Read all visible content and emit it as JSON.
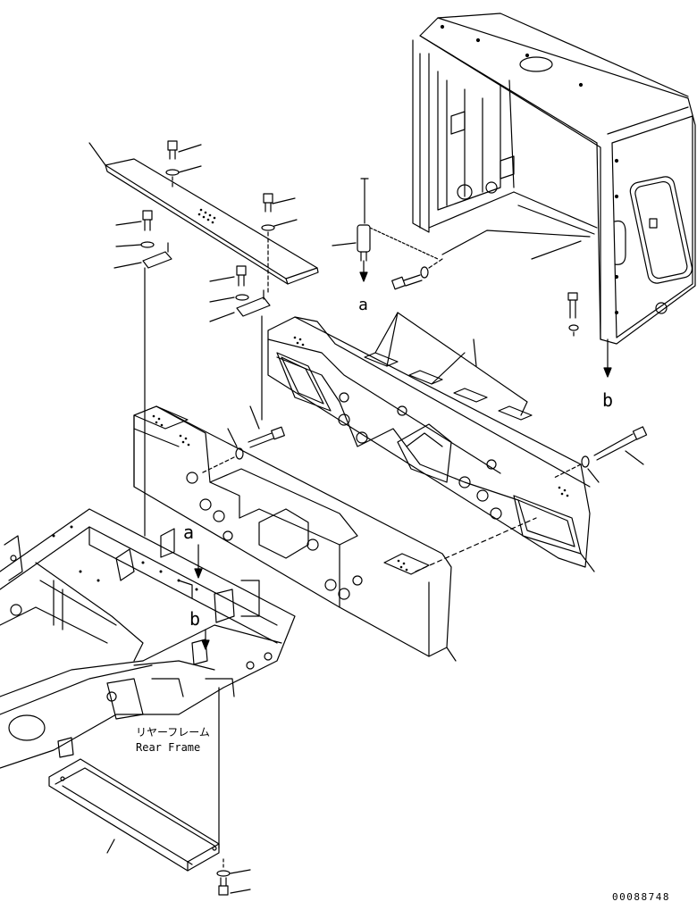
{
  "callouts": {
    "a_top": "a",
    "b_top": "b",
    "a_bottom": "a",
    "b_bottom": "b"
  },
  "frame_label": {
    "jp": "リヤーフレーム",
    "en": "Rear Frame"
  },
  "drawing_number": "00088748",
  "colors": {
    "line": "#000000",
    "background": "#ffffff"
  }
}
